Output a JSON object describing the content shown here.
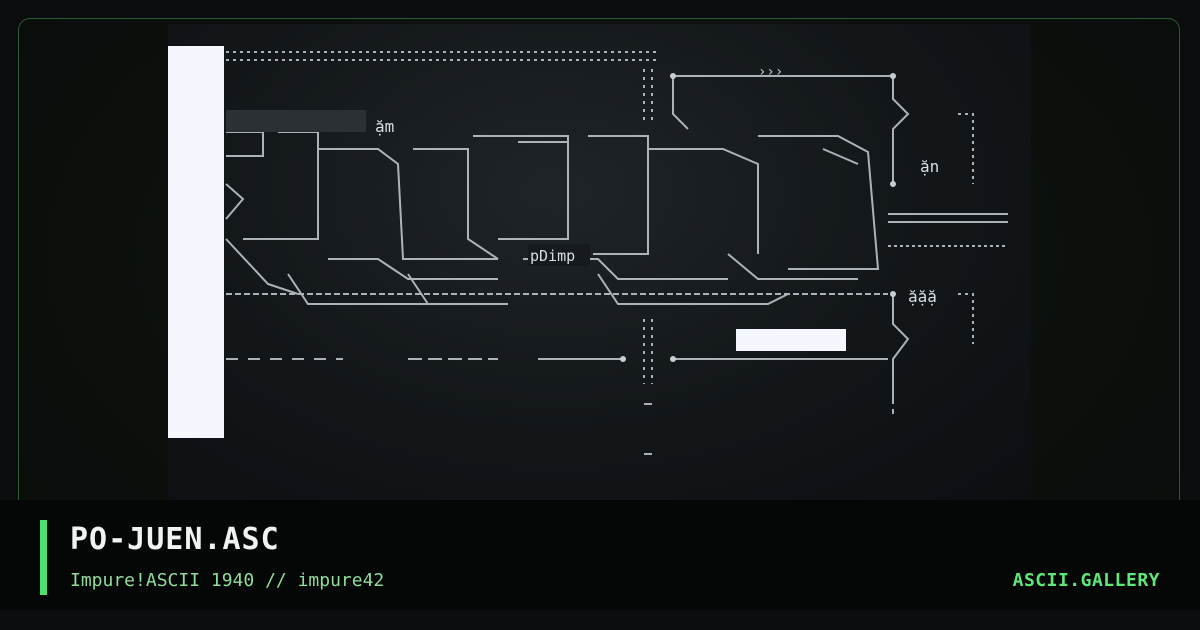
{
  "artwork": {
    "title": "PO-JUEN.ASC",
    "byline": "Impure!ASCII 1940 // impure42",
    "inline_labels": [
      "ặm",
      "ặn",
      "ặặặ",
      "pDimp"
    ]
  },
  "site": {
    "name": "ASCII.GALLERY"
  },
  "colors": {
    "accent": "#4ee06a",
    "title": "#f1f3f2",
    "subtitle": "#8fdc9c",
    "ascii_ink": "#c8cdd2",
    "border": "#2c5a33"
  }
}
